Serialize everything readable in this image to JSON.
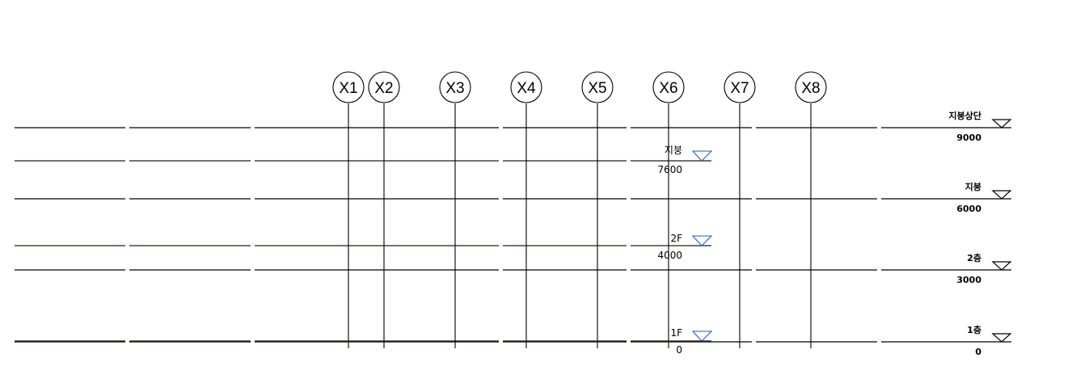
{
  "grids": [
    {
      "label": "X1"
    },
    {
      "label": "X2"
    },
    {
      "label": "X3"
    },
    {
      "label": "X4"
    },
    {
      "label": "X5"
    },
    {
      "label": "X6"
    },
    {
      "label": "X7"
    },
    {
      "label": "X8"
    }
  ],
  "levels_primary": [
    {
      "name": "지붕상단",
      "value": "9000"
    },
    {
      "name": "지붕",
      "value": "6000"
    },
    {
      "name": "2층",
      "value": "3000"
    },
    {
      "name": "1층",
      "value": "0"
    }
  ],
  "levels_secondary": [
    {
      "name": "지붕",
      "value": "7600"
    },
    {
      "name": "2F",
      "value": "4000"
    },
    {
      "name": "1F",
      "value": "0"
    }
  ],
  "colors": {
    "line": "#000000",
    "secondary_line": "#2b1a12",
    "secondary_marker": "#1f5fbf",
    "primary_marker": "#000000"
  }
}
